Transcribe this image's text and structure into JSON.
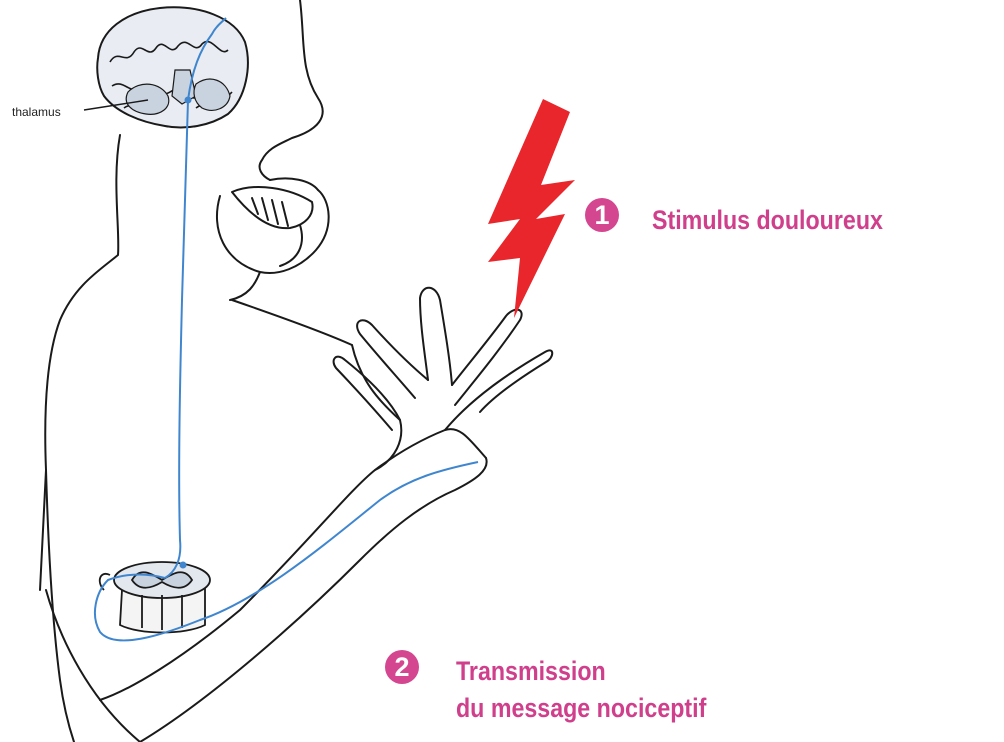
{
  "labels": {
    "thalamus": "thalamus"
  },
  "steps": [
    {
      "number": "1",
      "text": "Stimulus douloureux"
    },
    {
      "number": "2",
      "text_line1": "Transmission",
      "text_line2": "du message nociceptif"
    }
  ],
  "colors": {
    "accent": "#d4468f",
    "step_text": "#cf3f8c",
    "lightning": "#e8262b",
    "nerve": "#3f86cf",
    "outline": "#1a1a1a",
    "brain_fill": "#c9d3e0"
  },
  "icons": {
    "pain": "lightning-bolt-icon"
  }
}
